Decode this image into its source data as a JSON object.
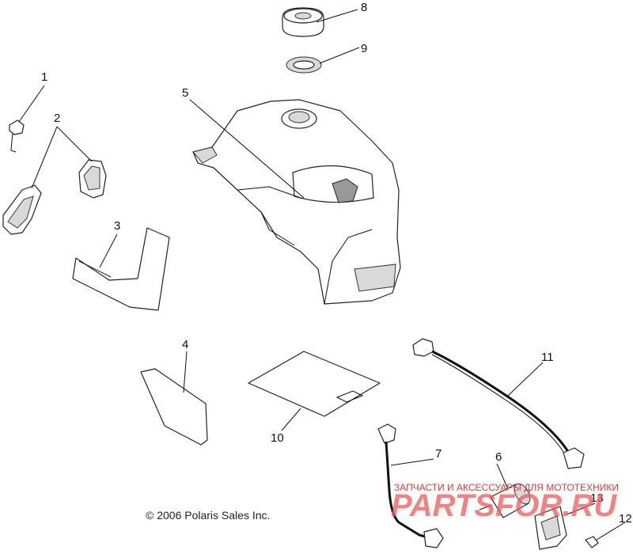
{
  "diagram": {
    "callouts": [
      "1",
      "2",
      "3",
      "4",
      "5",
      "6",
      "7",
      "8",
      "9",
      "10",
      "11",
      "12",
      "13"
    ],
    "copyright": "© 2006 Polaris Sales Inc."
  },
  "watermark": {
    "subtitle": "ЗАПЧАСТИ И АКСЕССУАРЫ ДЛЯ МОТОТЕХНИКИ",
    "brand": "PARTSFOR.RU",
    "color": "#e33b3b"
  }
}
